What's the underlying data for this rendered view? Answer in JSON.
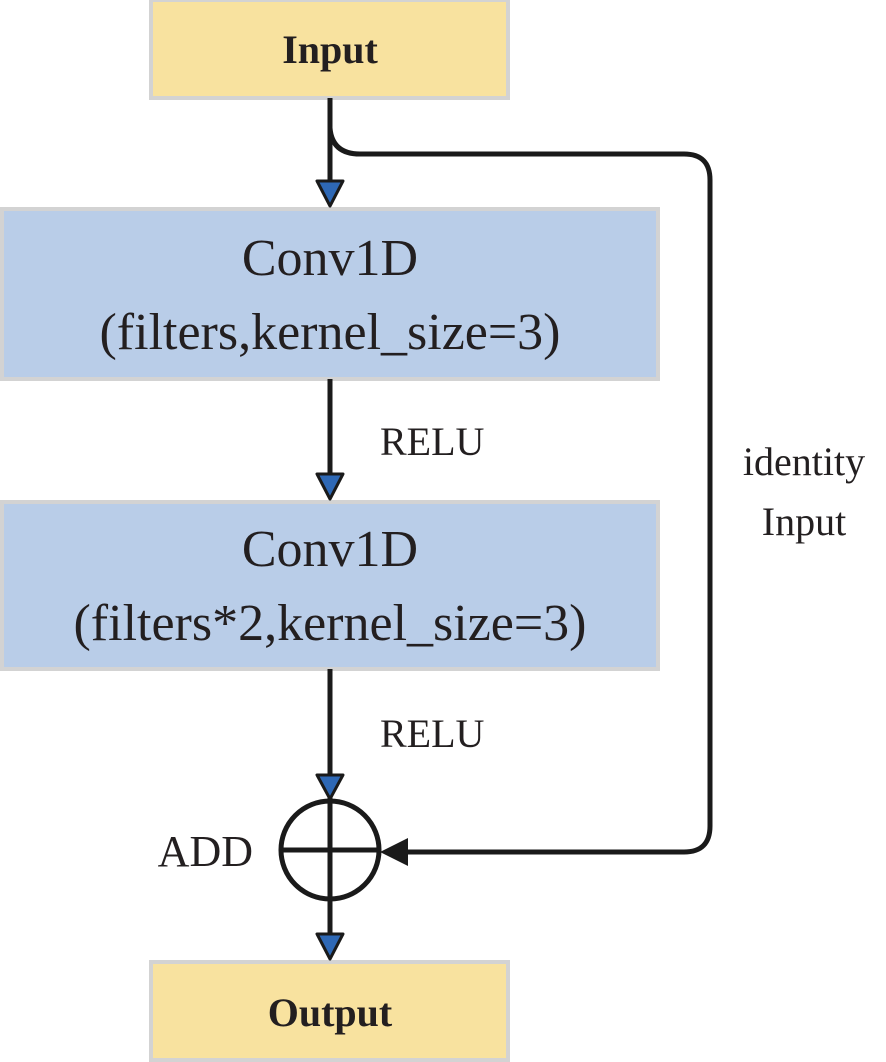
{
  "nodes": {
    "input": {
      "label": "Input"
    },
    "conv1": {
      "line1": "Conv1D",
      "line2": "(filters,kernel_size=3)"
    },
    "conv2": {
      "line1": "Conv1D",
      "line2": "(filters*2,kernel_size=3)"
    },
    "add": {
      "label": "ADD"
    },
    "output": {
      "label": "Output"
    }
  },
  "edges": {
    "relu1": "RELU",
    "relu2": "RELU",
    "skip": {
      "line1": "identity",
      "line2": "Input"
    }
  },
  "colors": {
    "io_fill": "#f8e29f",
    "conv_fill": "#b9cde8",
    "border": "#d3d3d3",
    "line": "#1a1a1a",
    "arrowhead": "#2e68b5"
  }
}
